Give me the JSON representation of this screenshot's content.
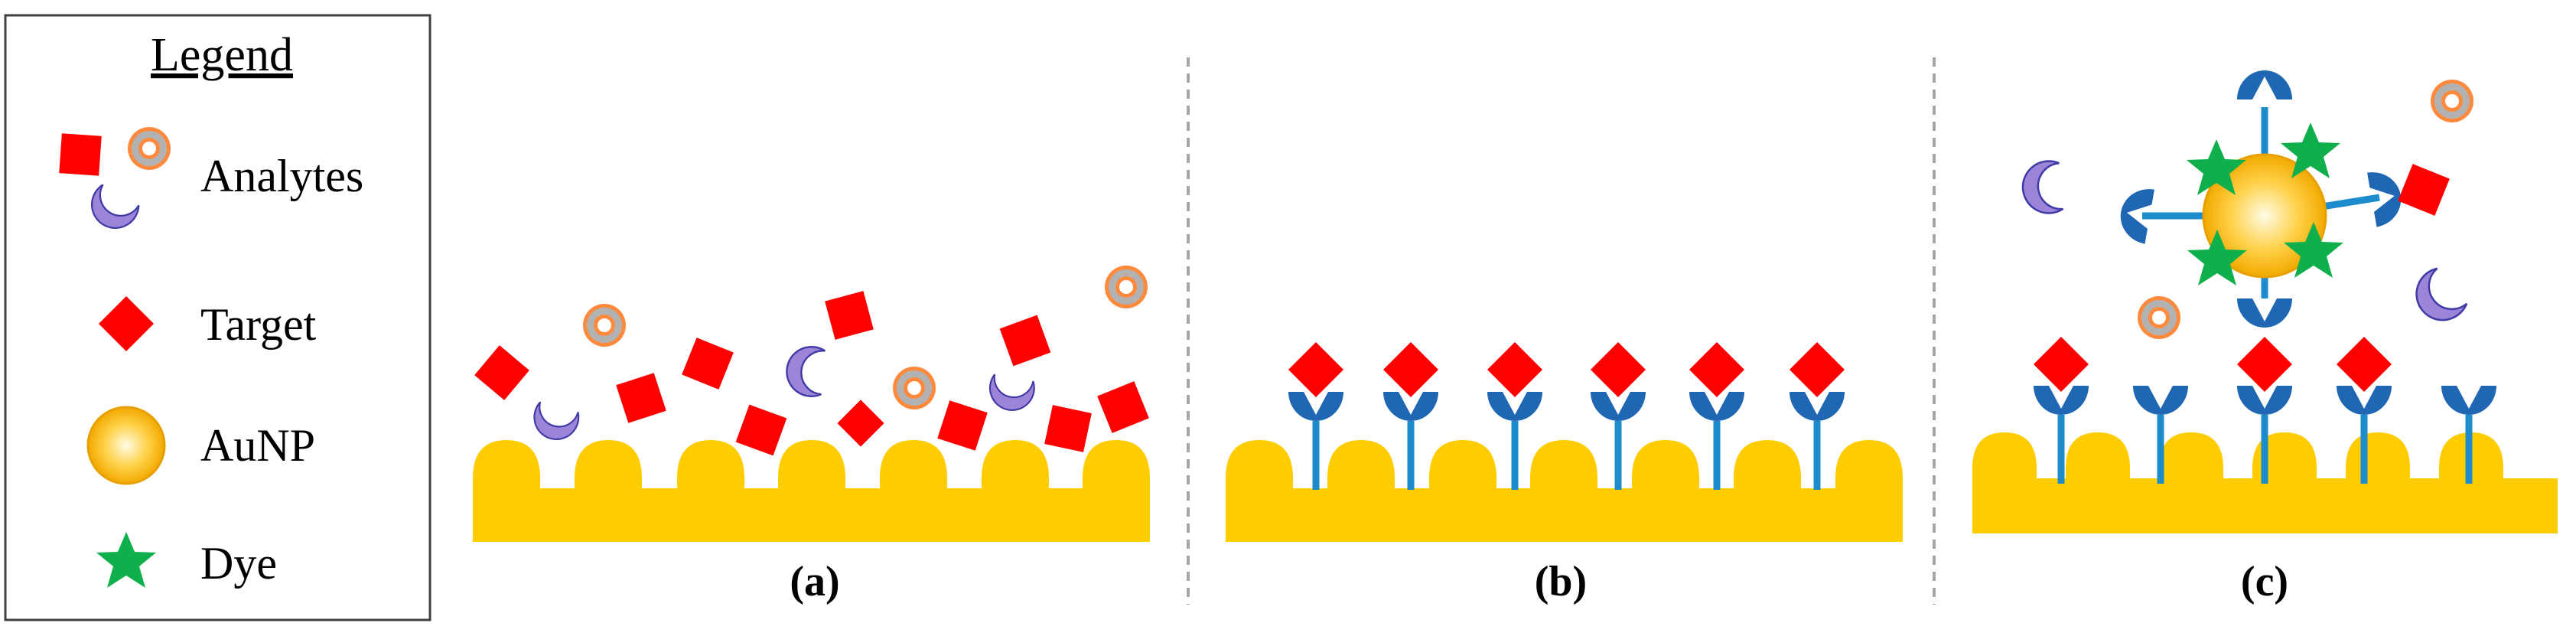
{
  "legend": {
    "title": "Legend",
    "items": [
      {
        "key": "analytes",
        "label": "Analytes"
      },
      {
        "key": "target",
        "label": "Target"
      },
      {
        "key": "aunp",
        "label": "AuNP"
      },
      {
        "key": "dye",
        "label": "Dye"
      }
    ]
  },
  "panels": [
    {
      "label": "(a)"
    },
    {
      "label": "(b)"
    },
    {
      "label": "(c)"
    }
  ],
  "colors": {
    "substrate": "#ffcc00",
    "target": "#ff0000",
    "antibody": "#1f66b3",
    "antibody_stem": "#1c8ccc",
    "crescent": "#9c84d9",
    "crescent_edge": "#3f3aa6",
    "ring_outer": "#ff8a3d",
    "ring_inner": "#b2b2b2",
    "aunp_center": "#fffbe6",
    "aunp_edge": "#f2a900",
    "dye": "#0fb04b",
    "divider": "#a6a6a6",
    "legend_border": "#404040"
  }
}
